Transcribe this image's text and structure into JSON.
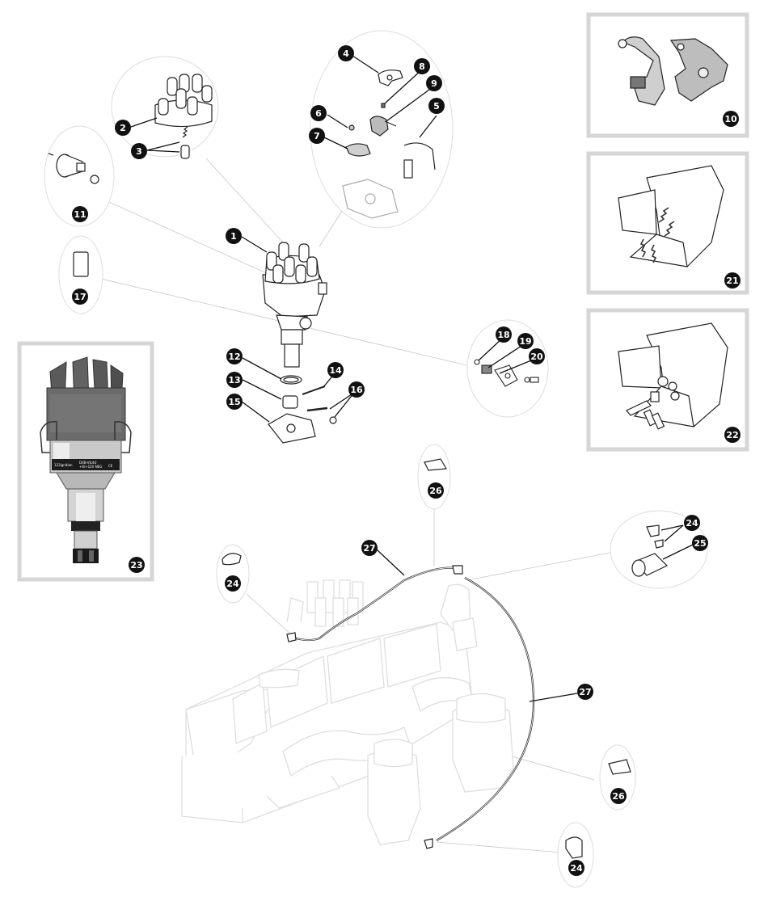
{
  "badges": {
    "b1": "1",
    "b2": "2",
    "b3": "3",
    "b4": "4",
    "b5": "5",
    "b6": "6",
    "b7": "7",
    "b8": "8",
    "b9": "9",
    "b10": "10",
    "b11": "11",
    "b12": "12",
    "b13": "13",
    "b14": "14",
    "b15": "15",
    "b16": "16",
    "b17": "17",
    "b18": "18",
    "b19": "19",
    "b20": "20",
    "b21": "21",
    "b22": "22",
    "b23": "23",
    "b24a": "24",
    "b24b": "24",
    "b24c": "24",
    "b25": "25",
    "b26a": "26",
    "b26b": "26",
    "b27a": "27",
    "b27b": "27"
  },
  "distributor_label": {
    "brand": "123ignition",
    "model": "DXB-VIL4U",
    "spec": "+6/+12V NEG",
    "mark": "CE"
  },
  "colors": {
    "badge": "#111111",
    "line": "#bbbbbb",
    "frame": "#d6d6d6",
    "engine": "#e1e1e1"
  }
}
